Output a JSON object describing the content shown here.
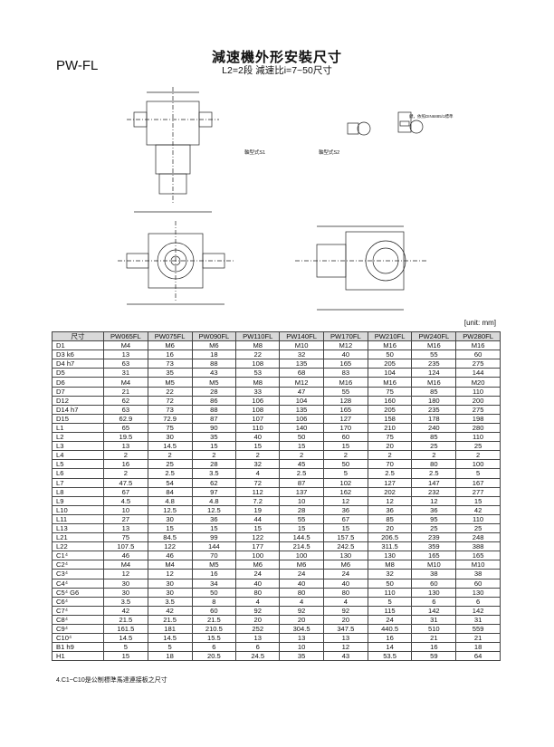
{
  "header": {
    "model": "PW-FL",
    "title": "減速機外形安裝尺寸",
    "subtitle": "L2=2段 減速比i=7~50尺寸"
  },
  "drawing_labels": {
    "shaft_s1": "軸型式S1",
    "shaft_s2": "軸型式S2",
    "din_note": "鍵，依照DIN6885/1標準"
  },
  "unit": "[unit: mm]",
  "table": {
    "headers": [
      "尺寸",
      "PW065FL",
      "PW075FL",
      "PW090FL",
      "PW110FL",
      "PW140FL",
      "PW170FL",
      "PW210FL",
      "PW240FL",
      "PW280FL"
    ],
    "rows": [
      [
        "D1",
        "M4",
        "M6",
        "M6",
        "M8",
        "M10",
        "M12",
        "M16",
        "M16",
        "M16"
      ],
      [
        "D3 k6",
        "13",
        "16",
        "18",
        "22",
        "32",
        "40",
        "50",
        "55",
        "60"
      ],
      [
        "D4 h7",
        "63",
        "73",
        "88",
        "108",
        "135",
        "165",
        "205",
        "235",
        "275"
      ],
      [
        "D5",
        "31",
        "35",
        "43",
        "53",
        "68",
        "83",
        "104",
        "124",
        "144"
      ],
      [
        "D6",
        "M4",
        "M5",
        "M5",
        "M8",
        "M12",
        "M16",
        "M16",
        "M16",
        "M20"
      ],
      [
        "D7",
        "21",
        "22",
        "28",
        "33",
        "47",
        "55",
        "75",
        "85",
        "110"
      ],
      [
        "D12",
        "62",
        "72",
        "86",
        "106",
        "104",
        "128",
        "160",
        "180",
        "200"
      ],
      [
        "D14 h7",
        "63",
        "73",
        "88",
        "108",
        "135",
        "165",
        "205",
        "235",
        "275"
      ],
      [
        "D15",
        "62.9",
        "72.9",
        "87",
        "107",
        "106",
        "127",
        "158",
        "178",
        "198"
      ],
      [
        "L1",
        "65",
        "75",
        "90",
        "110",
        "140",
        "170",
        "210",
        "240",
        "280"
      ],
      [
        "L2",
        "19.5",
        "30",
        "35",
        "40",
        "50",
        "60",
        "75",
        "85",
        "110"
      ],
      [
        "L3",
        "13",
        "14.5",
        "15",
        "15",
        "15",
        "15",
        "20",
        "25",
        "25"
      ],
      [
        "L4",
        "2",
        "2",
        "2",
        "2",
        "2",
        "2",
        "2",
        "2",
        "2"
      ],
      [
        "L5",
        "16",
        "25",
        "28",
        "32",
        "45",
        "50",
        "70",
        "80",
        "100"
      ],
      [
        "L6",
        "2",
        "2.5",
        "3.5",
        "4",
        "2.5",
        "5",
        "2.5",
        "2.5",
        "5"
      ],
      [
        "L7",
        "47.5",
        "54",
        "62",
        "72",
        "87",
        "102",
        "127",
        "147",
        "167"
      ],
      [
        "L8",
        "67",
        "84",
        "97",
        "112",
        "137",
        "162",
        "202",
        "232",
        "277"
      ],
      [
        "L9",
        "4.5",
        "4.8",
        "4.8",
        "7.2",
        "10",
        "12",
        "12",
        "12",
        "15"
      ],
      [
        "L10",
        "10",
        "12.5",
        "12.5",
        "19",
        "28",
        "36",
        "36",
        "36",
        "42"
      ],
      [
        "L11",
        "27",
        "30",
        "36",
        "44",
        "55",
        "67",
        "85",
        "95",
        "110"
      ],
      [
        "L13",
        "13",
        "15",
        "15",
        "15",
        "15",
        "15",
        "20",
        "25",
        "25"
      ],
      [
        "L21",
        "75",
        "84.5",
        "99",
        "122",
        "144.5",
        "157.5",
        "206.5",
        "239",
        "248"
      ],
      [
        "L22",
        "107.5",
        "122",
        "144",
        "177",
        "214.5",
        "242.5",
        "311.5",
        "359",
        "388"
      ],
      [
        "C1⁴",
        "46",
        "46",
        "70",
        "100",
        "100",
        "130",
        "130",
        "165",
        "165"
      ],
      [
        "C2⁴",
        "M4",
        "M4",
        "M5",
        "M6",
        "M6",
        "M6",
        "M8",
        "M10",
        "M10"
      ],
      [
        "C3⁴",
        "12",
        "12",
        "16",
        "24",
        "24",
        "24",
        "32",
        "38",
        "38"
      ],
      [
        "C4⁴",
        "30",
        "30",
        "34",
        "40",
        "40",
        "40",
        "50",
        "60",
        "60"
      ],
      [
        "C5⁴ G6",
        "30",
        "30",
        "50",
        "80",
        "80",
        "80",
        "110",
        "130",
        "130"
      ],
      [
        "C6⁴",
        "3.5",
        "3.5",
        "8",
        "4",
        "4",
        "4",
        "5",
        "6",
        "6"
      ],
      [
        "C7⁴",
        "42",
        "42",
        "60",
        "92",
        "92",
        "92",
        "115",
        "142",
        "142"
      ],
      [
        "C8⁴",
        "21.5",
        "21.5",
        "21.5",
        "20",
        "20",
        "20",
        "24",
        "31",
        "31"
      ],
      [
        "C9⁴",
        "161.5",
        "181",
        "210.5",
        "252",
        "304.5",
        "347.5",
        "440.5",
        "510",
        "559"
      ],
      [
        "C10⁴",
        "14.5",
        "14.5",
        "15.5",
        "13",
        "13",
        "13",
        "16",
        "21",
        "21"
      ],
      [
        "B1 h9",
        "5",
        "5",
        "6",
        "6",
        "10",
        "12",
        "14",
        "16",
        "18"
      ],
      [
        "H1",
        "15",
        "18",
        "20.5",
        "24.5",
        "35",
        "43",
        "53.5",
        "59",
        "64"
      ]
    ]
  },
  "footnote": "4.C1~C10是公制標準馬達連接板之尺寸"
}
